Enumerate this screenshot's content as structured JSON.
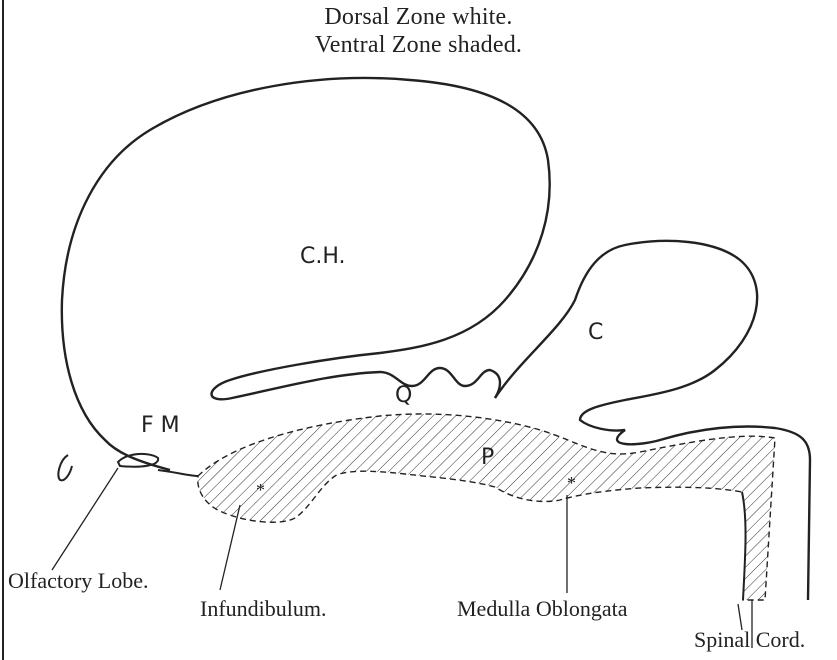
{
  "caption": {
    "line1": "Dorsal Zone white.",
    "line2": "Ventral Zone shaded."
  },
  "region_labels": {
    "cerebral_hemisphere": "C.H.",
    "cerebellum": "C",
    "quadrigemina": "Q",
    "foramen_of_monro": "F M",
    "pons": "P",
    "star_marker": "*"
  },
  "callouts": {
    "olfactory_lobe": "Olfactory Lobe.",
    "infundibulum": "Infundibulum.",
    "medulla_oblongata": "Medulla Oblongata",
    "spinal_cord": "Spinal Cord."
  },
  "colors": {
    "ink": "#222222",
    "paper": "#ffffff"
  }
}
